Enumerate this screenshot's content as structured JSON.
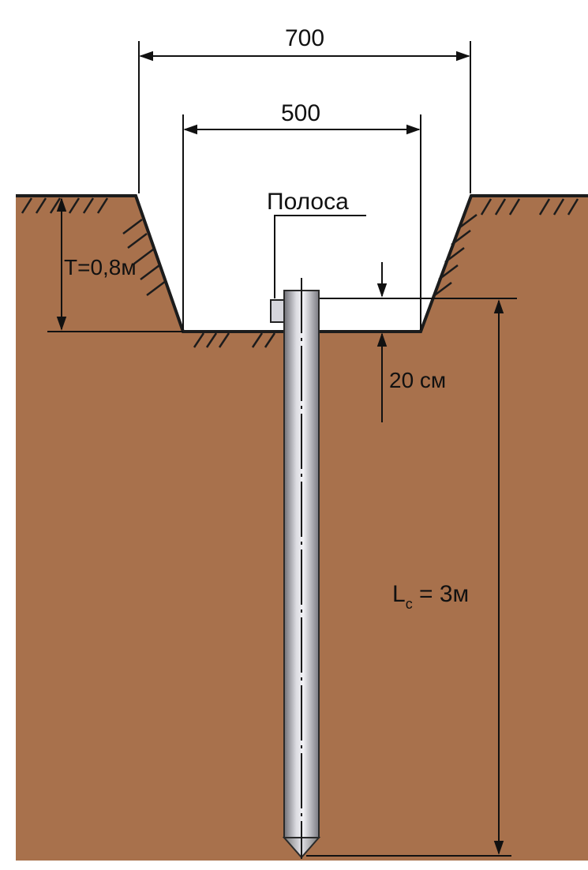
{
  "diagram": {
    "dim_top_width": "700",
    "dim_bottom_width": "500",
    "strip_label": "Полоса",
    "depth_label": "T=0,8м",
    "offset_label": "20 см",
    "rod_length_label_main": "L",
    "rod_length_label_sub": "c",
    "rod_length_label_value": " = 3м"
  },
  "colors": {
    "soil": "#a8714c",
    "ground_line": "#1c1c1c",
    "rod_dark": "#6f6f75",
    "rod_light": "#e9e9ee",
    "rod_mid": "#b8b8c0"
  }
}
